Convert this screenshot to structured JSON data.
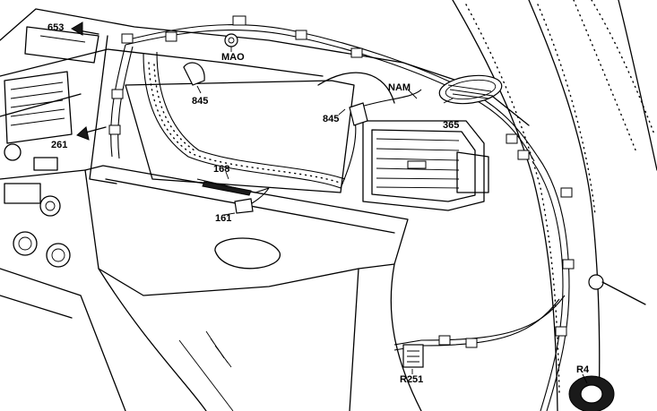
{
  "labels": {
    "c653": "653",
    "c261": "261",
    "mao": "MAO",
    "c845_left": "845",
    "c845_right": "845",
    "nam": "NAM",
    "c365": "365",
    "c168": "168",
    "c161": "161",
    "r251": "R251",
    "r4": "R4"
  }
}
